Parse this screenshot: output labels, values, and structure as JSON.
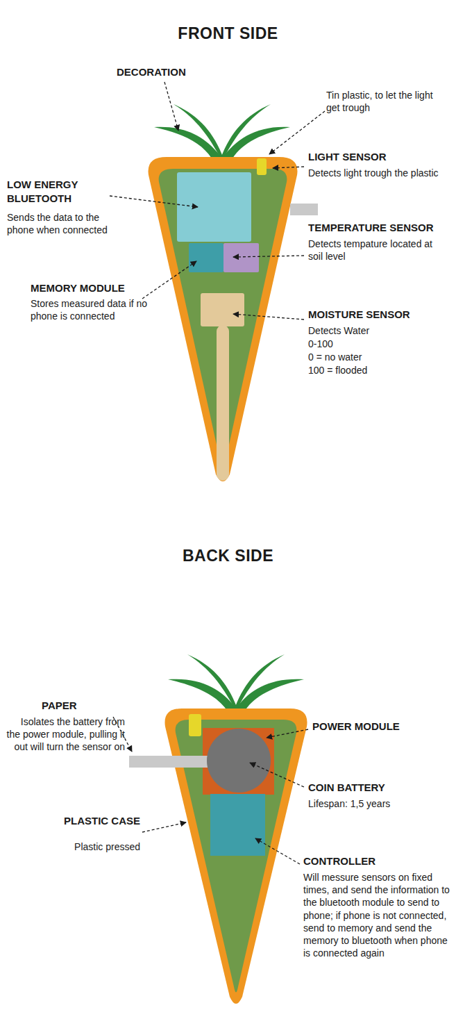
{
  "diagram": {
    "labels": [
      "FRONT SIDE",
      "DECORATION",
      "Tin plastic, to let the light get trough",
      "LIGHT SENSOR",
      "Detects light trough the plastic",
      "LOW ENERGY BLUETOOTH",
      "Sends the data to the phone when connected",
      "TEMPERATURE SENSOR",
      "Detects tempature located at soil level",
      "MEMORY MODULE",
      "Stores measured data if no phone is connected",
      "MOISTURE SENSOR",
      "Detects Water",
      "0-100",
      "0 = no water",
      "100 = flooded",
      "BACK SIDE",
      "PAPER",
      "Isolates the battery from the power module, pulling it out will turn the sensor on",
      "POWER MODULE",
      "COIN BATTERY",
      "Lifespan: 1,5 years",
      "PLASTIC CASE",
      "Plastic pressed",
      "CONTROLLER",
      "Will messure sensors on fixed times, and send the information to the bluetooth module to send to phone; if phone is not connected, send to memory and send the memory to bluetooth when phone is connected again"
    ]
  }
}
